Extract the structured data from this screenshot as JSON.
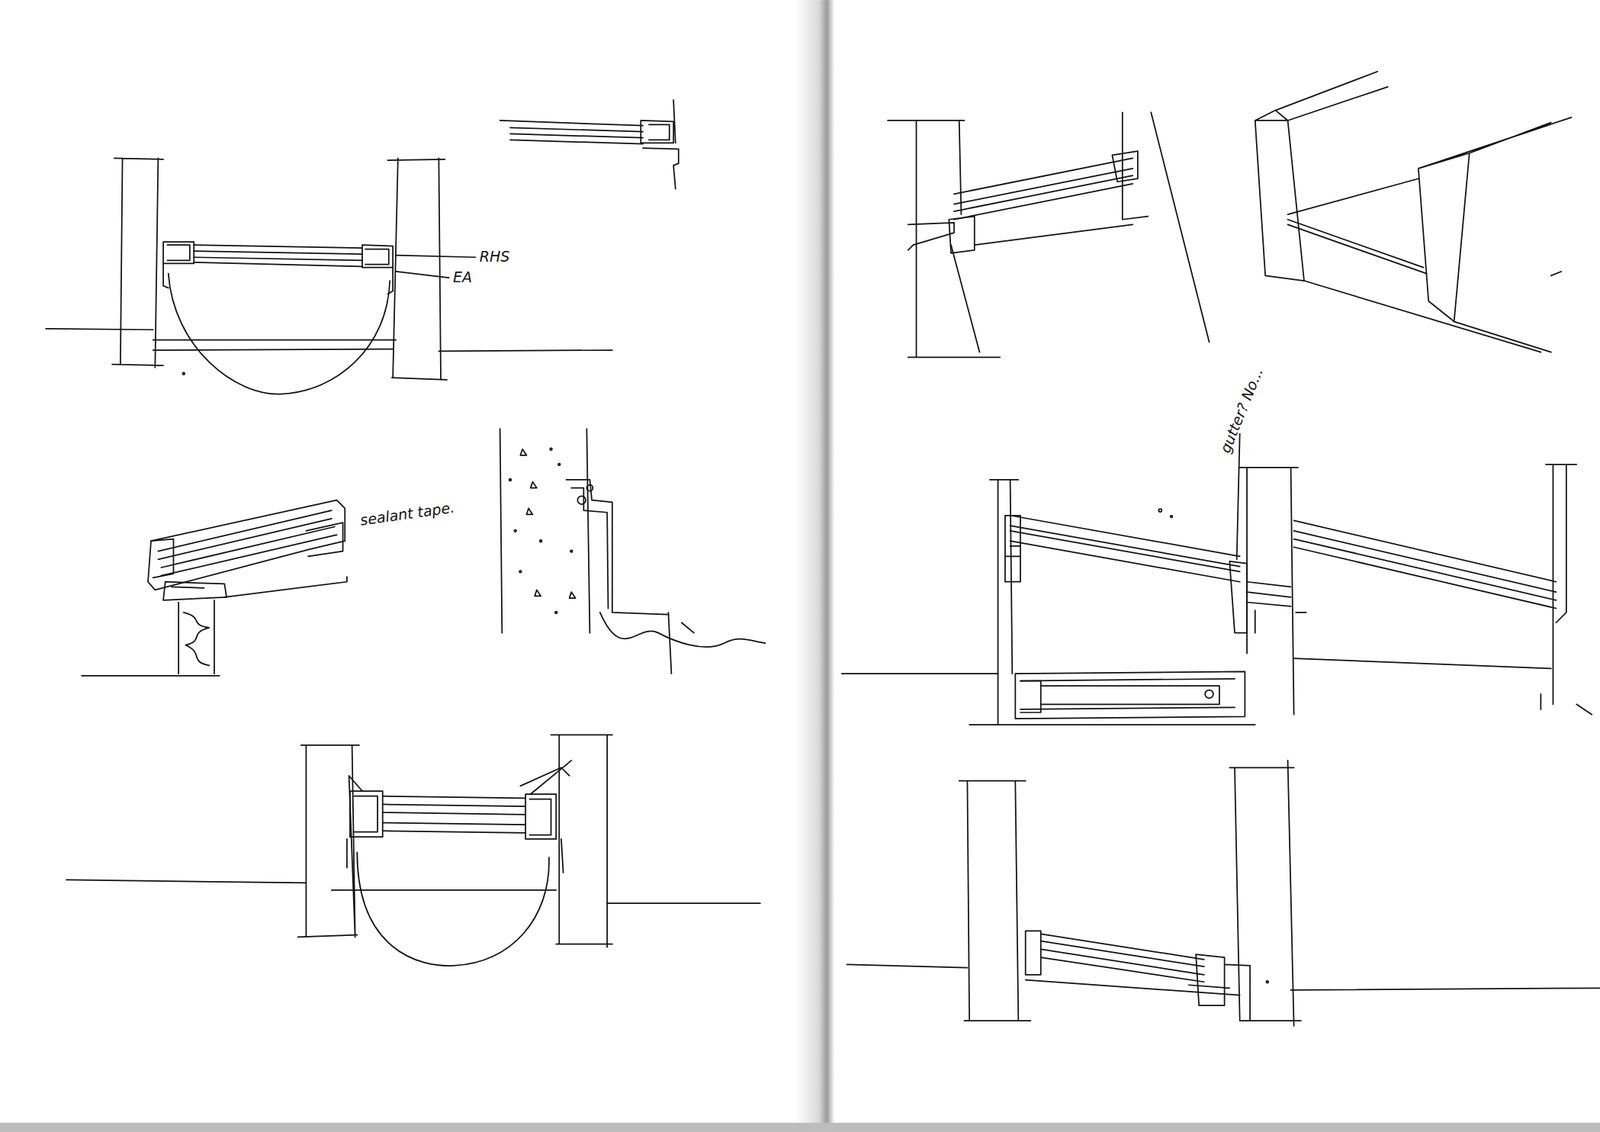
{
  "diagram": {
    "labels": [
      "RHS",
      "EA",
      "sealant tape.",
      "gutter? No..."
    ]
  }
}
